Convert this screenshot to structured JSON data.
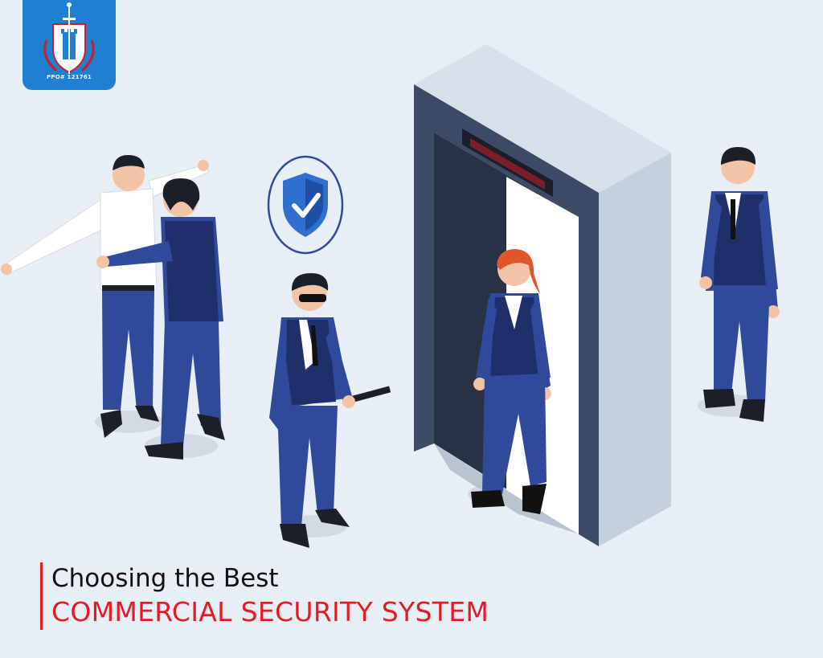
{
  "logo": {
    "license_text": "PPO# 121761",
    "icon": "shield-sword-tower-emblem",
    "badge_color": "#1f7fd1"
  },
  "headline": {
    "line1": "Choosing the Best",
    "line2": "COMMERCIAL SECURITY SYSTEM",
    "accent_color": "#e31b23"
  },
  "illustration": {
    "badge_icon": "shield-check-icon",
    "scanner": "walk-through-metal-detector",
    "colors": {
      "background": "#e8eef5",
      "suit": "#2f4a9a",
      "vest": "#1f2f6a",
      "skin": "#f3c3a6",
      "hair": "#1b1f2a",
      "red_hair": "#e0552b"
    }
  }
}
